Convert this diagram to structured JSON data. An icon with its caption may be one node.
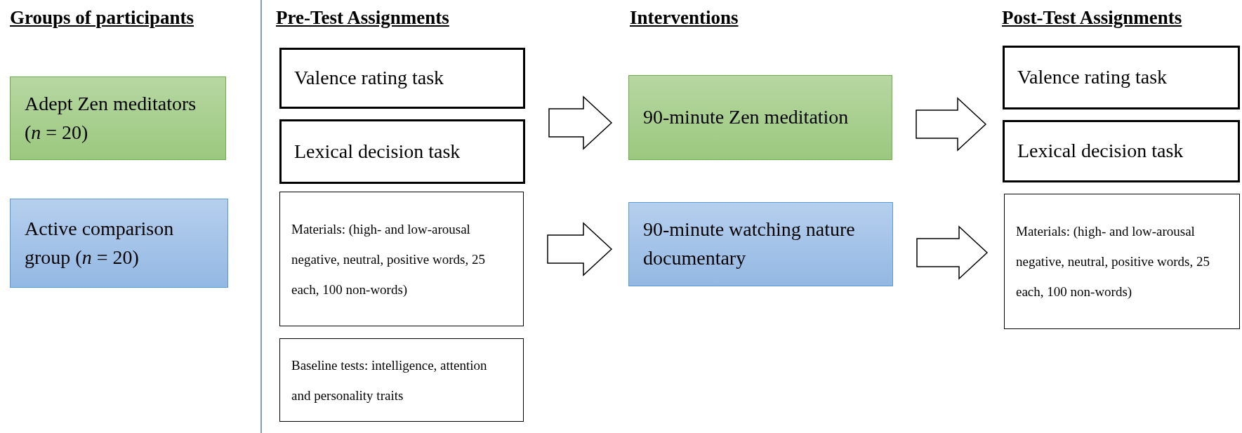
{
  "diagram": {
    "nodes": [
      {
        "text": [
          "Adept Zen meditators (*n* = 20)"
        ]
      },
      {
        "text": [
          "Active comparison group (*n* = 20)"
        ]
      },
      {
        "text": [
          "Valence rating task"
        ]
      },
      {
        "text": [
          "Lexical decision task"
        ]
      },
      {
        "text": [
          "Materials: (high- and low-arousal negative, neutral, positive words, 25 each, 100 non-words)"
        ]
      },
      {
        "text": [
          "Baseline tests: intelligence, attention and personality traits"
        ]
      },
      {
        "text": [
          "90-minute Zen meditation"
        ]
      },
      {
        "text": [
          "90-minute watching nature documentary"
        ]
      },
      {
        "text": [
          "Valence rating task"
        ]
      },
      {
        "text": [
          "Lexical decision task"
        ]
      },
      {
        "text": [
          "Materials: (high- and low-arousal negative, neutral, positive words, 25 each, 100 non-words)"
        ]
      }
    ],
    "edges": [
      {
        "from": 3,
        "to": 6,
        "arrow": "to"
      },
      {
        "from": 4,
        "to": 7,
        "arrow": "to"
      },
      {
        "from": 6,
        "to": 9,
        "arrow": "to"
      },
      {
        "from": 7,
        "to": 10,
        "arrow": "to"
      }
    ],
    "labels": [
      "Groups of participants",
      "Pre-Test Assignments",
      "Interventions",
      "Post-Test Assignments"
    ]
  }
}
